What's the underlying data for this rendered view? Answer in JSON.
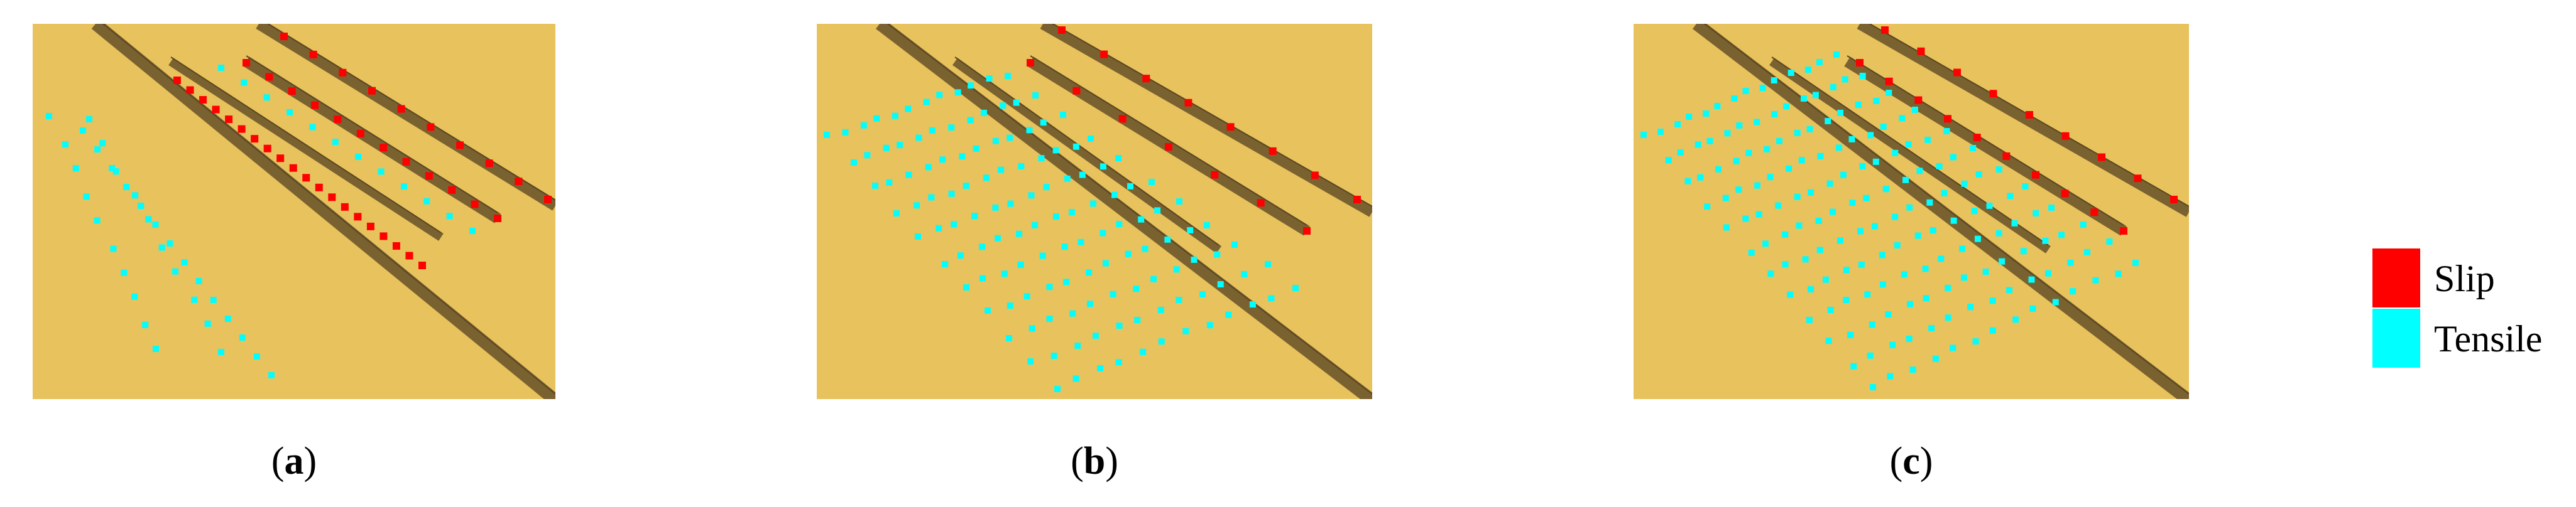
{
  "panels": [
    {
      "id": "a",
      "label": "a"
    },
    {
      "id": "b",
      "label": "b"
    },
    {
      "id": "c",
      "label": "c"
    }
  ],
  "legend": {
    "items": [
      {
        "label": "Slip",
        "color": "#ff0000"
      },
      {
        "label": "Tensile",
        "color": "#00ffff"
      }
    ]
  },
  "colors": {
    "ground": "#e8c25c",
    "fault": "#7a6230",
    "fault_edge": "#5b4722",
    "slip": "#ff0000",
    "tensile": "#00ffff"
  }
}
